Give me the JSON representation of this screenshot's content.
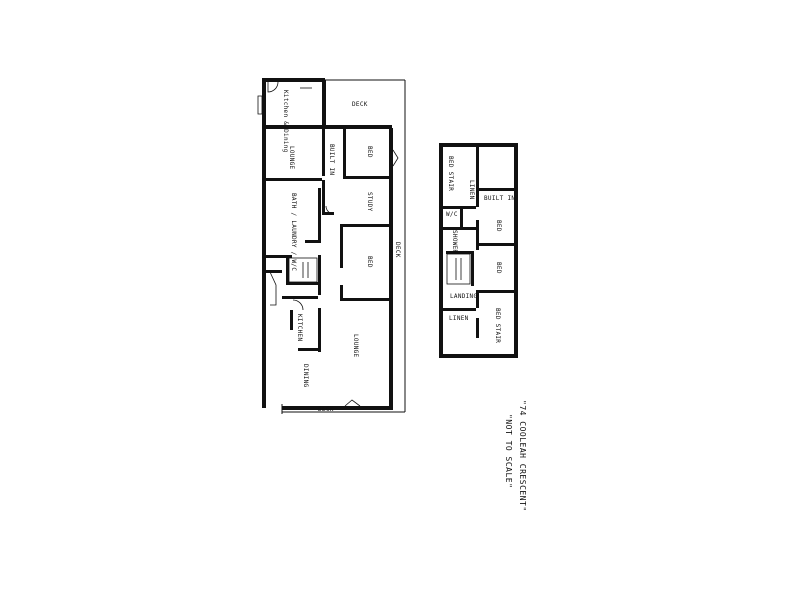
{
  "colors": {
    "ink": "#111111",
    "paper": "#ffffff"
  },
  "ground_floor": {
    "rooms": {
      "kitchen_dining_top": "Kitchen\n& Dining",
      "deck_top": "DECK",
      "lounge_top": "LOUNGE",
      "built_in_top": "BUILT IN",
      "bed_top": "BED",
      "study": "STUDY",
      "bath_laundry_wc": "BATH / LAUNDRY / W/C",
      "bed_middle": "BED",
      "deck_right": "DECK",
      "kitchen_lower": "KITCHEN",
      "lounge_lower": "LOUNGE",
      "dining": "DINING",
      "deck_bottom": "DECK"
    }
  },
  "upper_floor": {
    "rooms": {
      "bed_stair": "BED STAIR",
      "linen": "LINEN",
      "built_in": "BUILT IN",
      "wc": "W/C",
      "bed_top": "BED",
      "shower": "SHOWER",
      "bed_lower": "BED",
      "landing": "LANDING",
      "linen_lower": "LINEN",
      "bed_stair_lower": "BED STAIR"
    }
  },
  "notes": {
    "address": "\"74 COOLEAH CRESCENT\"",
    "scale": "\"NOT TO SCALE\""
  }
}
